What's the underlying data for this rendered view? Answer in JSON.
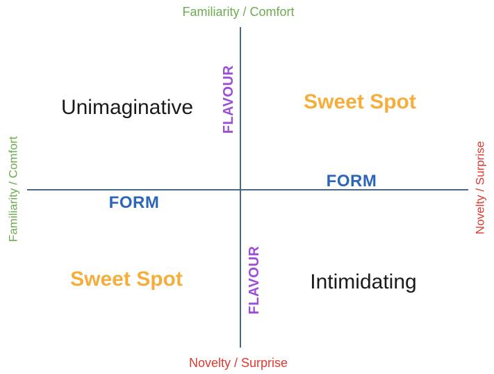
{
  "colors": {
    "green": "#6CAB4F",
    "red": "#DC3A30",
    "orange": "#F5AE3C",
    "purple": "#9C4ED6",
    "blue": "#2B66B8",
    "axis_line": "#44698D",
    "ink": "#1A1A1A"
  },
  "axes": {
    "top_label": "Familiarity / Comfort",
    "bottom_label": "Novelty / Surprise",
    "left_label": "Familiarity / Comfort",
    "right_label": "Novelty / Surprise",
    "vertical_name_top": "FLAVOUR",
    "vertical_name_bottom": "FLAVOUR",
    "horizontal_name_left": "FORM",
    "horizontal_name_right": "FORM"
  },
  "quadrants": {
    "top_left": "Unimaginative",
    "top_right": "Sweet Spot",
    "bottom_left": "Sweet Spot",
    "bottom_right": "Intimidating"
  }
}
